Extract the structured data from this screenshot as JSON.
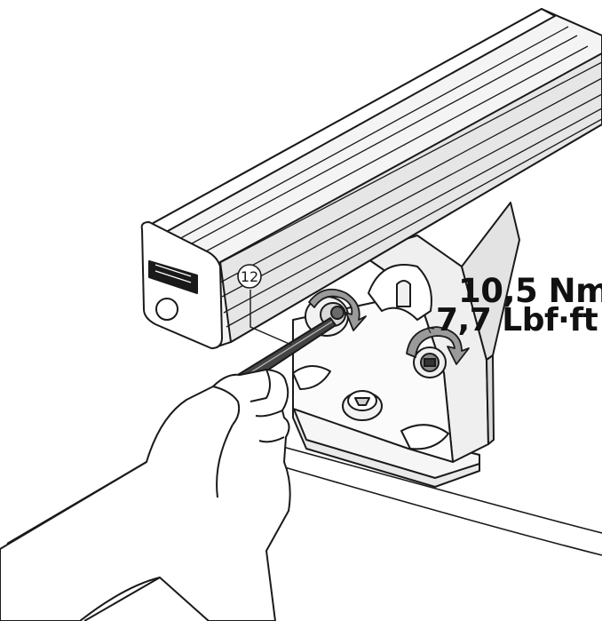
{
  "diagram": {
    "callout_number": "12",
    "torque_metric": "10,5 Nm",
    "torque_imperial": "7,7 Lbf·ft"
  },
  "colors": {
    "line": "#1a1a1a",
    "bar_face": "#f4f4f4",
    "bar_shade": "#d9d9d9",
    "arrow_fill": "#9a9a9a"
  },
  "icons": [
    "rotation-arrow-icon",
    "hex-key-icon"
  ]
}
